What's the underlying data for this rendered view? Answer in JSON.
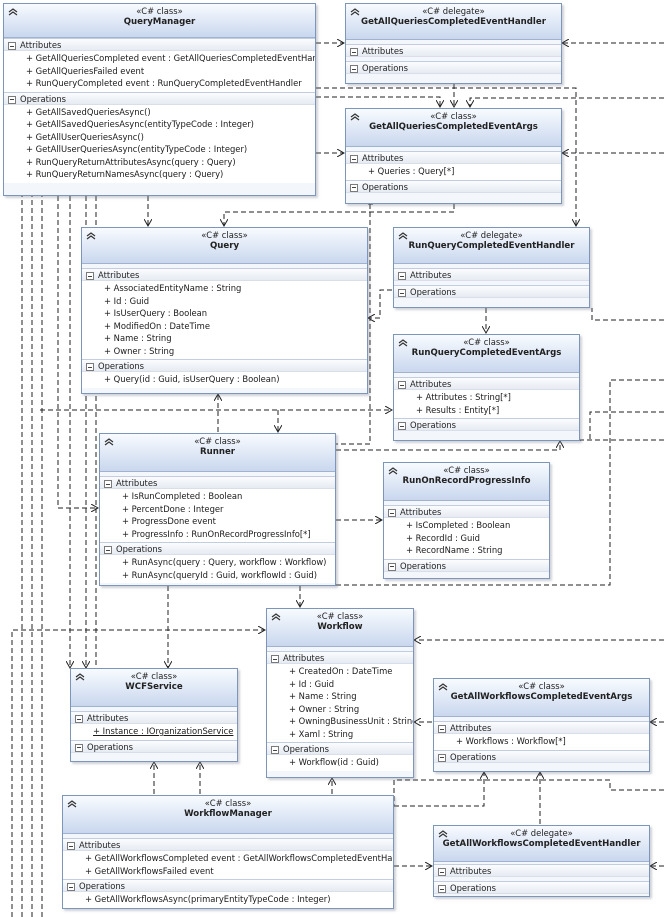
{
  "classes": {
    "query_manager": {
      "stereotype": "«C# class»",
      "name": "QueryManager",
      "attributes_label": "Attributes",
      "operations_label": "Operations",
      "attributes": [
        "+ GetAllQueriesCompleted event : GetAllQueriesCompletedEventHandler",
        "+ GetAllQueriesFailed event",
        "+ RunQueryCompleted event : RunQueryCompletedEventHandler"
      ],
      "operations": [
        "+ GetAllSavedQueriesAsync()",
        "+ GetAllSavedQueriesAsync(entityTypeCode : Integer)",
        "+ GetAllUserQueriesAsync()",
        "+ GetAllUserQueriesAsync(entityTypeCode : Integer)",
        "+ RunQueryReturnAttributesAsync(query : Query)",
        "+ RunQueryReturnNamesAsync(query : Query)"
      ]
    },
    "get_all_queries_handler": {
      "stereotype": "«C# delegate»",
      "name": "GetAllQueriesCompletedEventHandler",
      "attributes_label": "Attributes",
      "operations_label": "Operations"
    },
    "get_all_queries_args": {
      "stereotype": "«C# class»",
      "name": "GetAllQueriesCompletedEventArgs",
      "attributes_label": "Attributes",
      "operations_label": "Operations",
      "attributes": [
        "+ Queries : Query[*]"
      ]
    },
    "query": {
      "stereotype": "«C# class»",
      "name": "Query",
      "attributes_label": "Attributes",
      "operations_label": "Operations",
      "attributes": [
        "+ AssociatedEntityName : String",
        "+ Id : Guid",
        "+ IsUserQuery : Boolean",
        "+ ModifiedOn : DateTime",
        "+ Name : String",
        "+ Owner : String"
      ],
      "operations": [
        "+ Query(id : Guid, isUserQuery : Boolean)"
      ]
    },
    "run_query_handler": {
      "stereotype": "«C# delegate»",
      "name": "RunQueryCompletedEventHandler",
      "attributes_label": "Attributes",
      "operations_label": "Operations"
    },
    "run_query_args": {
      "stereotype": "«C# class»",
      "name": "RunQueryCompletedEventArgs",
      "attributes_label": "Attributes",
      "operations_label": "Operations",
      "attributes": [
        "+ Attributes : String[*]",
        "+ Results : Entity[*]"
      ]
    },
    "runner": {
      "stereotype": "«C# class»",
      "name": "Runner",
      "attributes_label": "Attributes",
      "operations_label": "Operations",
      "attributes": [
        "+ IsRunCompleted : Boolean",
        "+ PercentDone : Integer",
        "+ ProgressDone event",
        "+ ProgressInfo : RunOnRecordProgressInfo[*]"
      ],
      "operations": [
        "+ RunAsync(query : Query, workflow : Workflow)",
        "+ RunAsync(queryId : Guid, workflowId : Guid)"
      ]
    },
    "run_on_record_progress": {
      "stereotype": "«C# class»",
      "name": "RunOnRecordProgressInfo",
      "attributes_label": "Attributes",
      "operations_label": "Operations",
      "attributes": [
        "+ IsCompleted : Boolean",
        "+ RecordId : Guid",
        "+ RecordName : String"
      ]
    },
    "workflow": {
      "stereotype": "«C# class»",
      "name": "Workflow",
      "attributes_label": "Attributes",
      "operations_label": "Operations",
      "attributes": [
        "+ CreatedOn : DateTime",
        "+ Id : Guid",
        "+ Name : String",
        "+ Owner : String",
        "+ OwningBusinessUnit : String",
        "+ Xaml : String"
      ],
      "operations": [
        "+ Workflow(id : Guid)"
      ]
    },
    "wcf_service": {
      "stereotype": "«C# class»",
      "name": "WCFService",
      "attributes_label": "Attributes",
      "operations_label": "Operations",
      "attributes": [
        "+ Instance : IOrganizationService"
      ]
    },
    "get_all_workflows_args": {
      "stereotype": "«C# class»",
      "name": "GetAllWorkflowsCompletedEventArgs",
      "attributes_label": "Attributes",
      "operations_label": "Operations",
      "attributes": [
        "+ Workflows : Workflow[*]"
      ]
    },
    "workflow_manager": {
      "stereotype": "«C# class»",
      "name": "WorkflowManager",
      "attributes_label": "Attributes",
      "operations_label": "Operations",
      "attributes": [
        "+ GetAllWorkflowsCompleted event : GetAllWorkflowsCompletedEventHandler",
        "+ GetAllWorkflowsFailed event"
      ],
      "operations": [
        "+ GetAllWorkflowsAsync(primaryEntityTypeCode : Integer)"
      ]
    },
    "get_all_workflows_handler": {
      "stereotype": "«C# delegate»",
      "name": "GetAllWorkflowsCompletedEventHandler",
      "attributes_label": "Attributes",
      "operations_label": "Operations"
    }
  },
  "colors": {
    "border": "#7d95b8",
    "header_gradient_top": "#f8fbff",
    "header_gradient_bottom": "#c9d7ee",
    "connector": "#222222"
  }
}
